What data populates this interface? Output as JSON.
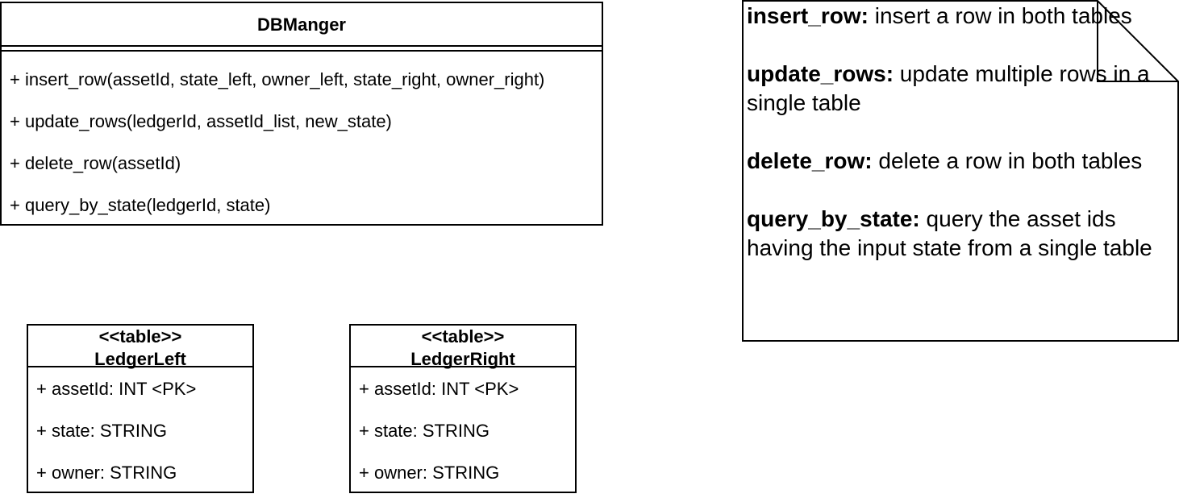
{
  "dbmanager": {
    "name": "DBManger",
    "methods": [
      "+ insert_row(assetId, state_left, owner_left, state_right, owner_right)",
      "+ update_rows(ledgerId, assetId_list, new_state)",
      "+ delete_row(assetId)",
      "+ query_by_state(ledgerId, state)"
    ]
  },
  "ledger_left": {
    "stereotype": "<<table>>",
    "name": "LedgerLeft",
    "fields": [
      "+ assetId: INT <PK>",
      "+ state: STRING",
      "+ owner: STRING"
    ]
  },
  "ledger_right": {
    "stereotype": "<<table>>",
    "name": "LedgerRight",
    "fields": [
      "+ assetId: INT <PK>",
      "+ state: STRING",
      "+ owner: STRING"
    ]
  },
  "note": {
    "items": [
      {
        "term": "insert_row:",
        "text": " insert a row in both tables"
      },
      {
        "term": "update_rows:",
        "text": " update multiple rows in a single table"
      },
      {
        "term": "delete_row:",
        "text": " delete a row in both tables"
      },
      {
        "term": "query_by_state:",
        "text": " query the asset ids having the input state from a single table"
      }
    ]
  }
}
